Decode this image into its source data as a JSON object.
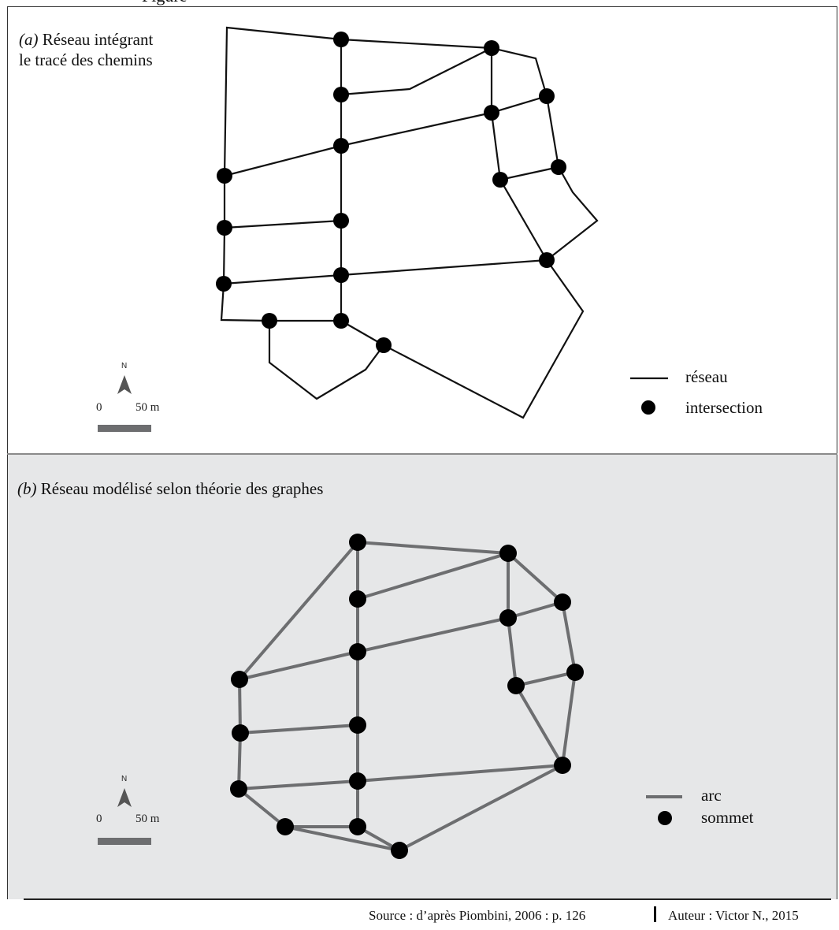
{
  "header_fragment": "Figure",
  "panel_a": {
    "label_letter": "(a)",
    "title_line1": "Réseau intégrant",
    "title_line2": "le tracé des chemins",
    "legend": {
      "line_label": "réseau",
      "dot_label": "intersection"
    },
    "scale": {
      "north": "N",
      "zero": "0",
      "distance": "50 m"
    },
    "colors": {
      "edge": "#111111",
      "node": "#000000",
      "background": "#ffffff"
    }
  },
  "panel_b": {
    "label_letter": "(b)",
    "title": "Réseau modélisé selon théorie des graphes",
    "legend": {
      "line_label": "arc",
      "dot_label": "sommet"
    },
    "scale": {
      "north": "N",
      "zero": "0",
      "distance": "50 m"
    },
    "colors": {
      "edge": "#6d6e70",
      "node": "#000000",
      "background": "#e6e7e8"
    }
  },
  "footer": {
    "source": "Source : d’après Piombini, 2006 : p. 126",
    "author": "Auteur : Victor N., 2015"
  }
}
